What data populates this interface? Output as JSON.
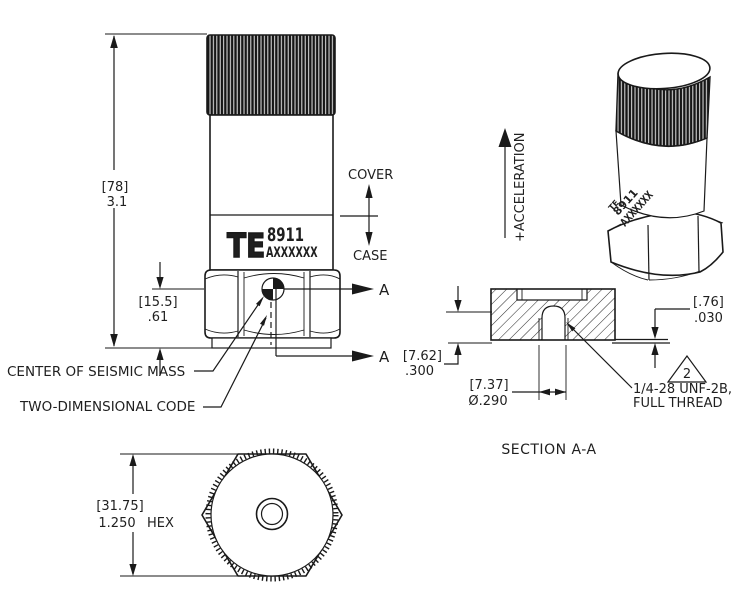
{
  "colors": {
    "line": "#1a1a1a",
    "background": "#ffffff"
  },
  "front_view": {
    "dim_overall_mm": "[78]",
    "dim_overall_in": "3.1",
    "dim_csm_mm": "[15.5]",
    "dim_csm_in": ".61",
    "logo": "TE",
    "model": "8911",
    "serial": "AXXXXXX",
    "cover": "COVER",
    "case": "CASE",
    "callout_center_mass": "CENTER OF SEISMIC MASS",
    "callout_code": "TWO-DIMENSIONAL CODE",
    "section_label": "A"
  },
  "iso_view": {
    "logo": "TE",
    "model": "8911",
    "serial": "AXXXXXX",
    "acceleration": "+ACCELERATION"
  },
  "section_view": {
    "title": "SECTION A-A",
    "dim_step_mm": "[.76]",
    "dim_step_in": ".030",
    "dim_depth_mm": "[7.62]",
    "dim_depth_in": ".300",
    "dim_hole_mm": "[7.37]",
    "dim_hole_in": "Ø.290",
    "flag_number": "2",
    "thread_note_1": "1/4-28 UNF-2B,",
    "thread_note_2": "FULL THREAD"
  },
  "bottom_view": {
    "dim_hex_mm": "[31.75]",
    "dim_hex_in": "1.250",
    "dim_hex_type": "HEX"
  }
}
